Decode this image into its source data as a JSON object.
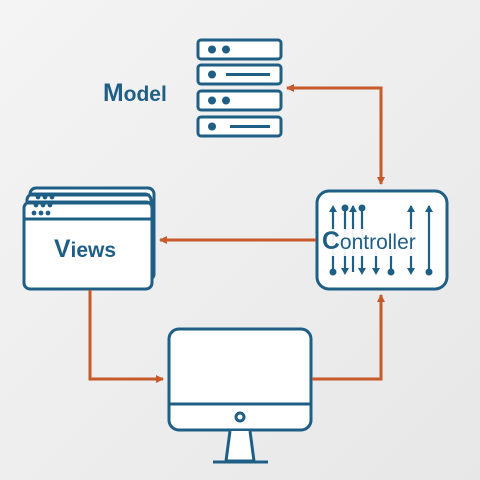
{
  "diagram": {
    "model": {
      "initial": "M",
      "rest": "odel",
      "icon": "server-stack-icon"
    },
    "views": {
      "initial": "V",
      "rest": "iews",
      "icon": "window-stack-icon"
    },
    "controller": {
      "initial": "C",
      "rest": "ontroller",
      "icon": "controller-sliders-icon"
    },
    "user_device": {
      "icon": "monitor-icon"
    }
  },
  "colors": {
    "icon_stroke": "#1f5f85",
    "arrow": "#c65a2a",
    "background": "#efefef",
    "fill": "#ffffff"
  }
}
